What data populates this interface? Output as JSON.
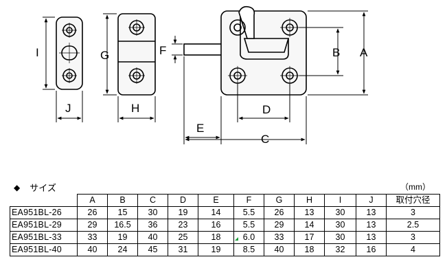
{
  "drawing": {
    "dimension_labels": {
      "I": "I",
      "J": "J",
      "G": "G",
      "H": "H",
      "F": "F",
      "E": "E",
      "D": "D",
      "C": "C",
      "B": "B",
      "A": "A"
    }
  },
  "section": {
    "bullet": "◆",
    "title": "サイズ",
    "unit": "（mm）"
  },
  "table": {
    "headers": [
      "A",
      "B",
      "C",
      "D",
      "E",
      "F",
      "G",
      "H",
      "I",
      "J",
      "取付穴径"
    ],
    "rows": [
      [
        "EA951BL-26",
        "26",
        "15",
        "30",
        "19",
        "14",
        "5.5",
        "26",
        "13",
        "30",
        "13",
        "3"
      ],
      [
        "EA951BL-29",
        "29",
        "16.5",
        "36",
        "23",
        "16",
        "5.5",
        "29",
        "14",
        "30",
        "13",
        "2.5"
      ],
      [
        "EA951BL-33",
        "33",
        "19",
        "40",
        "25",
        "18",
        "6.0",
        "33",
        "17",
        "30",
        "13",
        "3"
      ],
      [
        "EA951BL-40",
        "40",
        "24",
        "45",
        "31",
        "19",
        "8.5",
        "40",
        "18",
        "32",
        "16",
        "4"
      ]
    ]
  }
}
